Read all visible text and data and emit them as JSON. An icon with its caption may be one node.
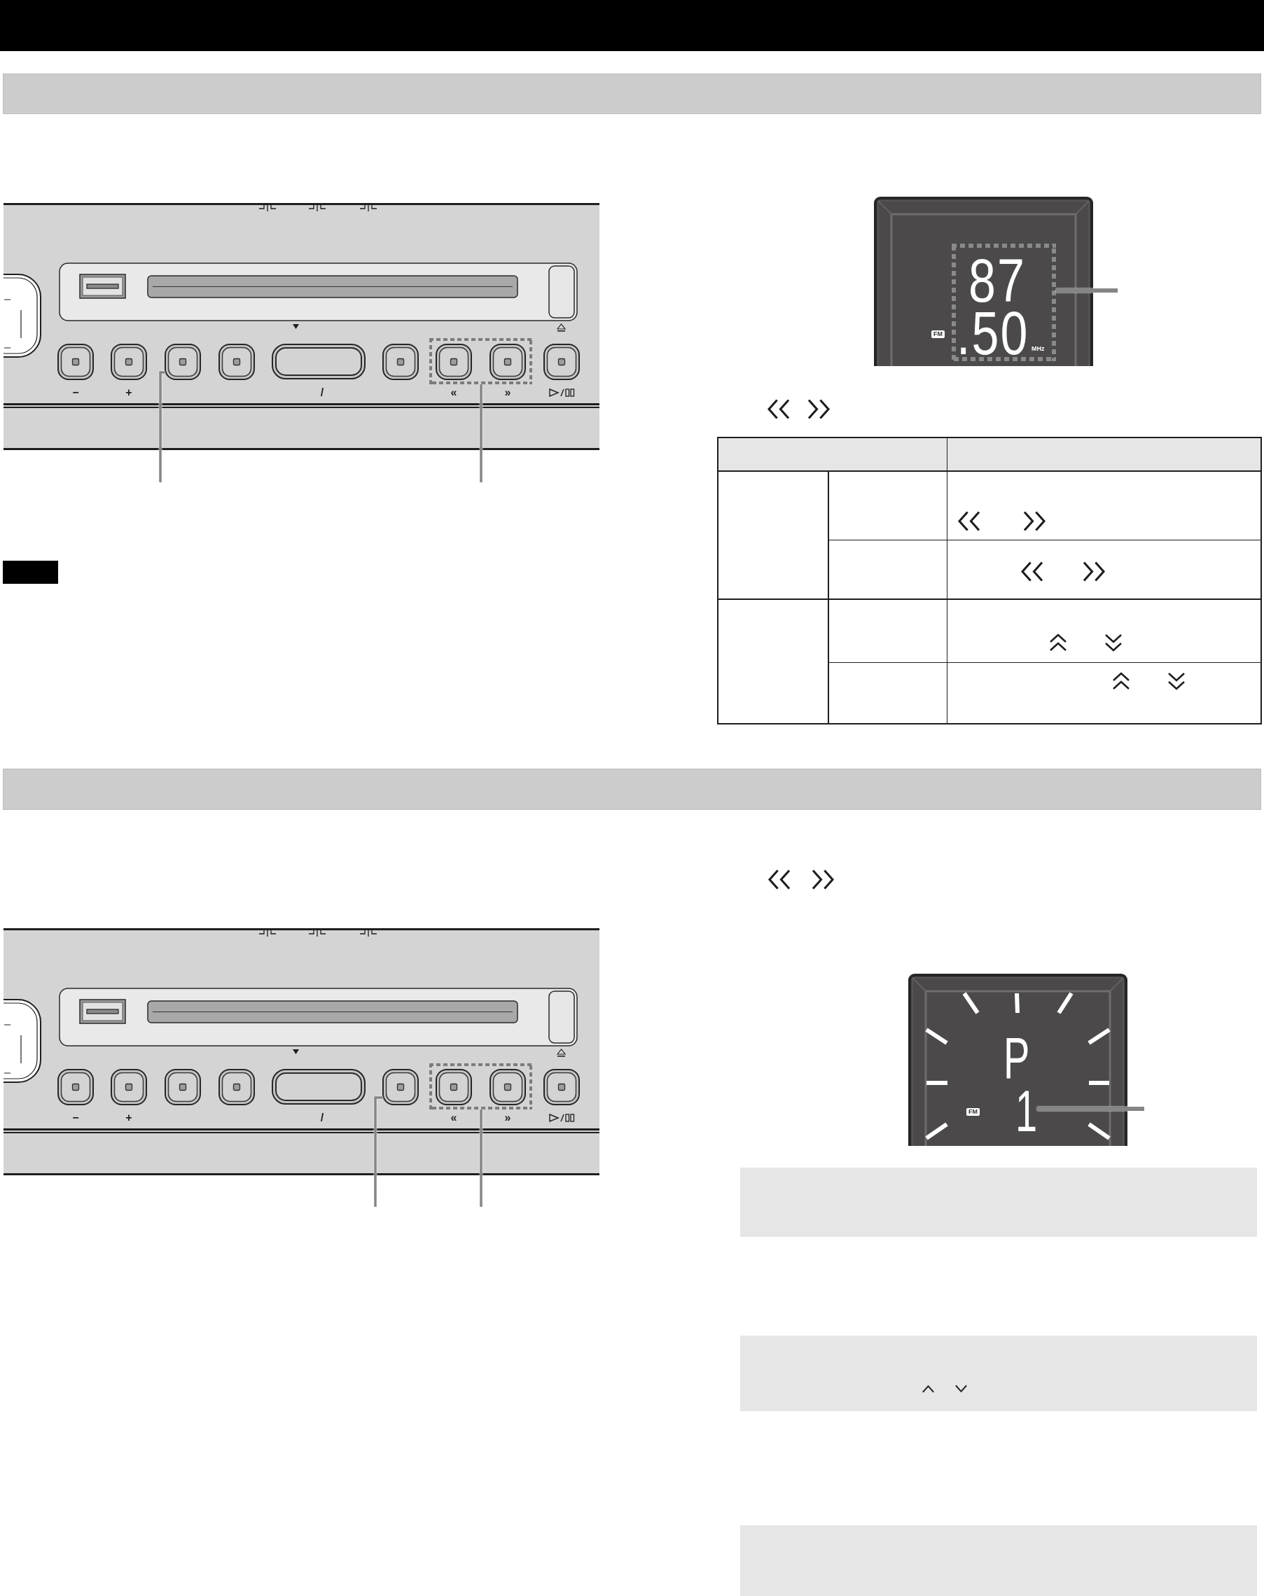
{
  "diagram": {
    "nodes": [
      {
        "text": [],
        "shape": "button",
        "beside": [
          "−"
        ]
      },
      {
        "text": [],
        "shape": "button",
        "beside": [
          "+"
        ]
      },
      {
        "text": [],
        "shape": "button"
      },
      {
        "text": [],
        "shape": "button"
      },
      {
        "text": [],
        "shape": "button",
        "beside": [
          "/"
        ]
      },
      {
        "text": [],
        "shape": "button"
      },
      {
        "text": [],
        "shape": "box"
      },
      {
        "text": [],
        "shape": "button",
        "in": 6,
        "beside": [
          "«"
        ]
      },
      {
        "text": [],
        "shape": "button",
        "in": 6,
        "beside": [
          "»"
        ]
      },
      {
        "text": [],
        "shape": "button"
      },
      {
        "text": [],
        "shape": "box"
      },
      {
        "text": [
          "FM"
        ]
      },
      {
        "text": [
          "87",
          ".50",
          "MHz"
        ],
        "in": 11
      },
      {
        "text": [],
        "shape": "button",
        "beside": [
          "−"
        ]
      },
      {
        "text": [],
        "shape": "button",
        "beside": [
          "+"
        ]
      },
      {
        "text": [],
        "shape": "button"
      },
      {
        "text": [],
        "shape": "button"
      },
      {
        "text": [],
        "shape": "button",
        "beside": [
          "/"
        ]
      },
      {
        "text": [],
        "shape": "button"
      },
      {
        "text": [],
        "shape": "box"
      },
      {
        "text": [],
        "shape": "button",
        "in": 19,
        "beside": [
          "«"
        ]
      },
      {
        "text": [],
        "shape": "button",
        "in": 19,
        "beside": [
          "»"
        ]
      },
      {
        "text": [],
        "shape": "button"
      },
      {
        "text": [
          "P",
          "FM"
        ]
      },
      {
        "text": [
          "1"
        ],
        "in": 23
      },
      {
        "text": [],
        "shape": "box"
      },
      {
        "text": [],
        "shape": "box"
      },
      {
        "text": [],
        "shape": "box"
      }
    ],
    "edges": [
      {
        "from": null,
        "to": 2,
        "arrow": "none"
      },
      {
        "from": null,
        "to": 6,
        "arrow": "none"
      },
      {
        "from": null,
        "to": 12,
        "arrow": "none"
      },
      {
        "from": null,
        "to": 18,
        "arrow": "none"
      },
      {
        "from": null,
        "to": 19,
        "arrow": "none"
      },
      {
        "from": null,
        "to": 24,
        "arrow": "none"
      }
    ]
  }
}
